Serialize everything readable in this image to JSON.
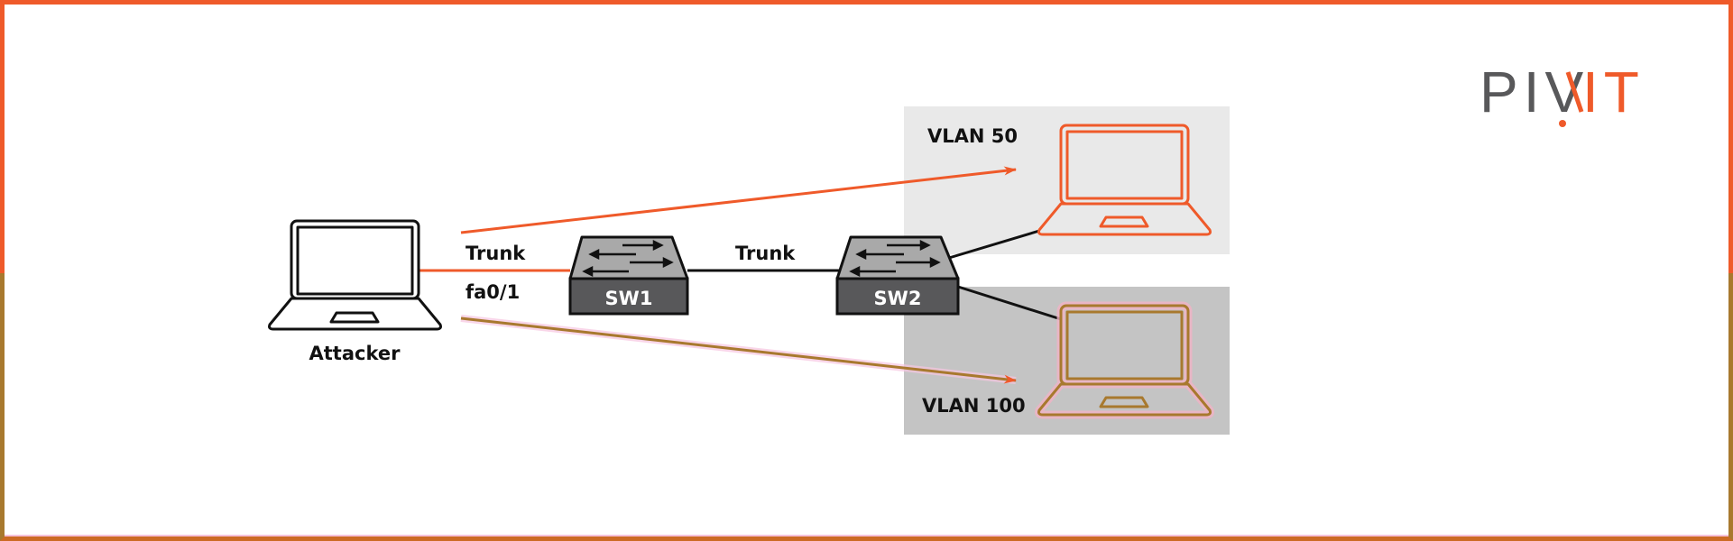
{
  "logo": {
    "left_text": "PIV",
    "right_text": "IT",
    "slash_char": "/",
    "left_color": "#58585a",
    "accent_color": "#ef5a2a"
  },
  "colors": {
    "accent": "#ef5a2a",
    "tagged_frame": "#a8792e",
    "vlan50_bg": "#e9e9e9",
    "vlan100_bg": "#c4c4c4",
    "switch_top": "#a9a9a9",
    "switch_front": "#58585a",
    "line": "#111111"
  },
  "nodes": {
    "attacker": {
      "label": "Attacker"
    },
    "sw1": {
      "label": "SW1"
    },
    "sw2": {
      "label": "SW2"
    }
  },
  "links": {
    "attacker_sw1": {
      "label": "Trunk",
      "port": "fa0/1"
    },
    "sw1_sw2": {
      "label": "Trunk"
    }
  },
  "vlans": [
    {
      "name": "VLAN 50"
    },
    {
      "name": "VLAN 100"
    }
  ]
}
